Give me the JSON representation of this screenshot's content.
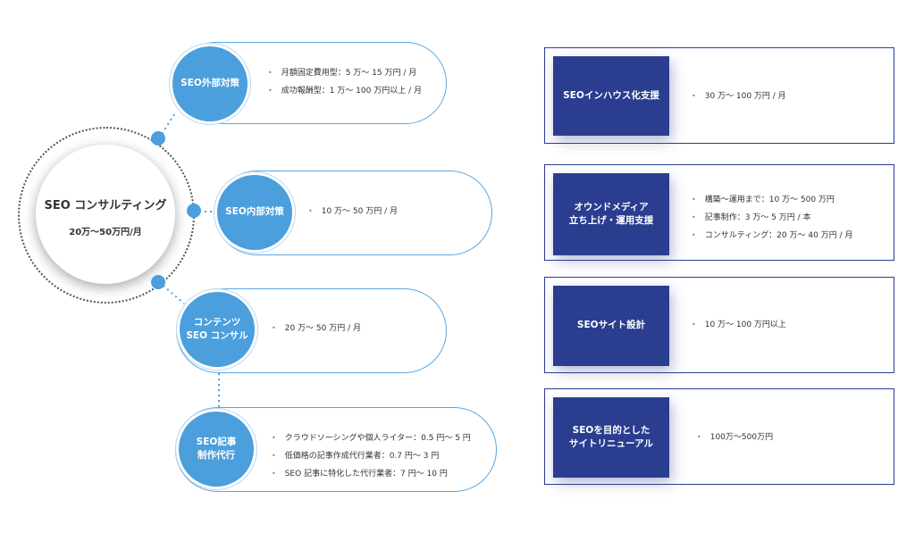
{
  "center": {
    "title": "SEO コンサルティング",
    "price": "20万〜50万円/月"
  },
  "left_services": [
    {
      "label": "SEO外部対策",
      "items": [
        "月額固定費用型：5 万〜 15 万円 / 月",
        "成功報酬型：1 万〜 100 万円以上 / 月"
      ]
    },
    {
      "label": "SEO内部対策",
      "items": [
        "10 万〜 50 万円 / 月"
      ]
    },
    {
      "label": "コンテンツ\nSEO コンサル",
      "items": [
        "20 万〜 50 万円 / 月"
      ]
    },
    {
      "label": "SEO記事\n制作代行",
      "items": [
        "クラウドソーシングや個人ライター：0.5 円〜 5 円",
        "低価格の記事作成代行業者：0.7 円〜 3 円",
        "SEO 記事に特化した代行業者：7 円〜 10 円"
      ]
    }
  ],
  "right_services": [
    {
      "label": "SEOインハウス化支援",
      "items": [
        "30 万〜 100 万円 / 月"
      ]
    },
    {
      "label": "オウンドメディア\n立ち上げ・運用支援",
      "items": [
        "構築〜運用まで：10 万〜 500 万円",
        "記事制作：3 万〜 5 万円 / 本",
        "コンサルティング：20 万〜 40 万円 / 月"
      ]
    },
    {
      "label": "SEOサイト設計",
      "items": [
        "10 万〜 100 万円以上"
      ]
    },
    {
      "label": "SEOを目的とした\nサイトリニューアル",
      "items": [
        "100万〜500万円"
      ]
    }
  ],
  "colors": {
    "accent_blue": "#4a9fdc",
    "navy": "#2a3d8f"
  }
}
